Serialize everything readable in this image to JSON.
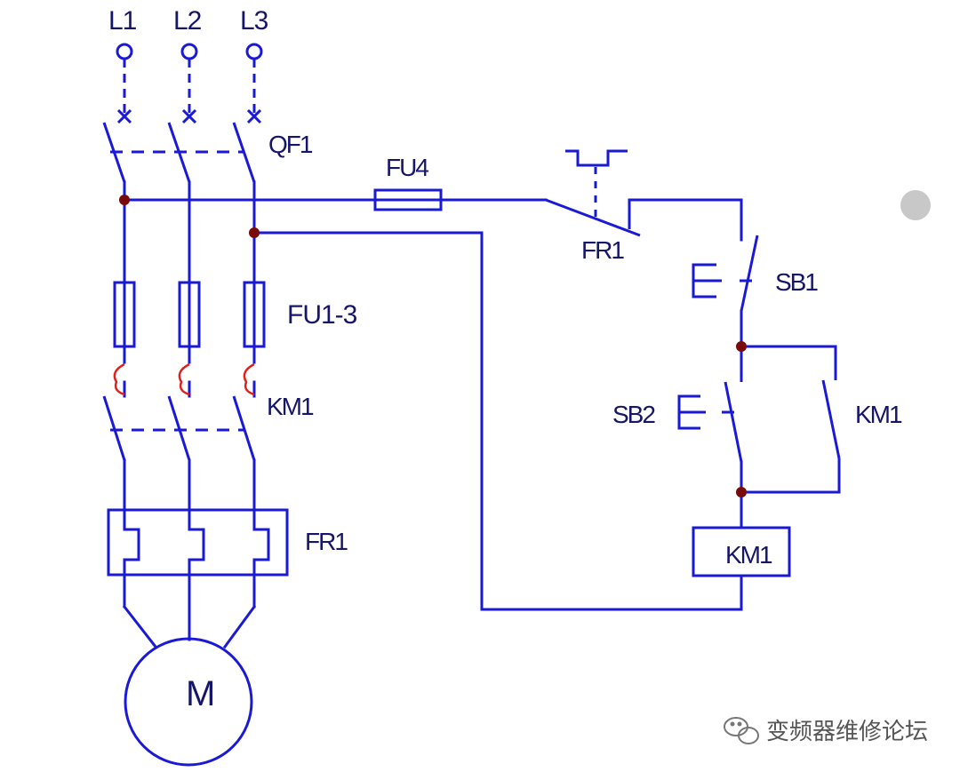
{
  "phases": [
    "L1",
    "L2",
    "L3"
  ],
  "labels": {
    "breaker": "QF1",
    "control_fuse": "FU4",
    "overload_contact": "FR1",
    "stop_button": "SB1",
    "main_fuses": "FU1-3",
    "main_contactor": "KM1",
    "start_button": "SB2",
    "holding_contact": "KM1",
    "overload_relay": "FR1",
    "coil": "KM1",
    "motor": "M"
  },
  "watermark": "变频器维修论坛",
  "colors": {
    "wire": "#1a1ad6",
    "text": "#15156a",
    "node": "#7a0a0a",
    "arc": "#e0201b"
  }
}
